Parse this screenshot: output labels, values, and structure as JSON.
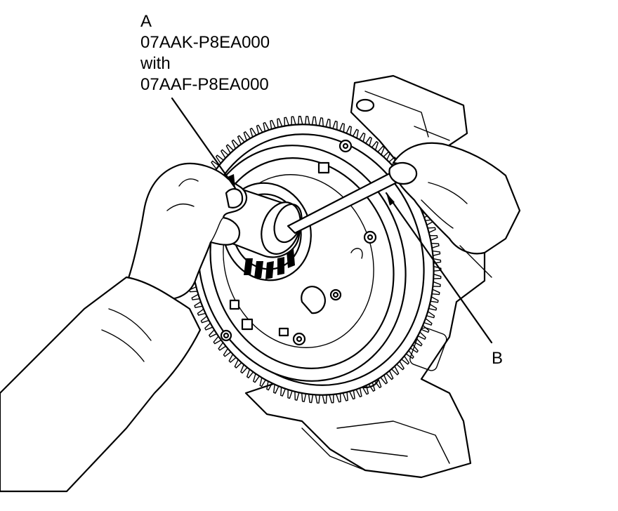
{
  "callouts": {
    "a": {
      "letter": "A",
      "tool_number": "07AAK-P8EA000",
      "connector": "with",
      "adapter_number": "07AAF-P8EA000"
    },
    "b": {
      "letter": "B"
    }
  },
  "colors": {
    "line": "#000000",
    "background": "#ffffff"
  }
}
